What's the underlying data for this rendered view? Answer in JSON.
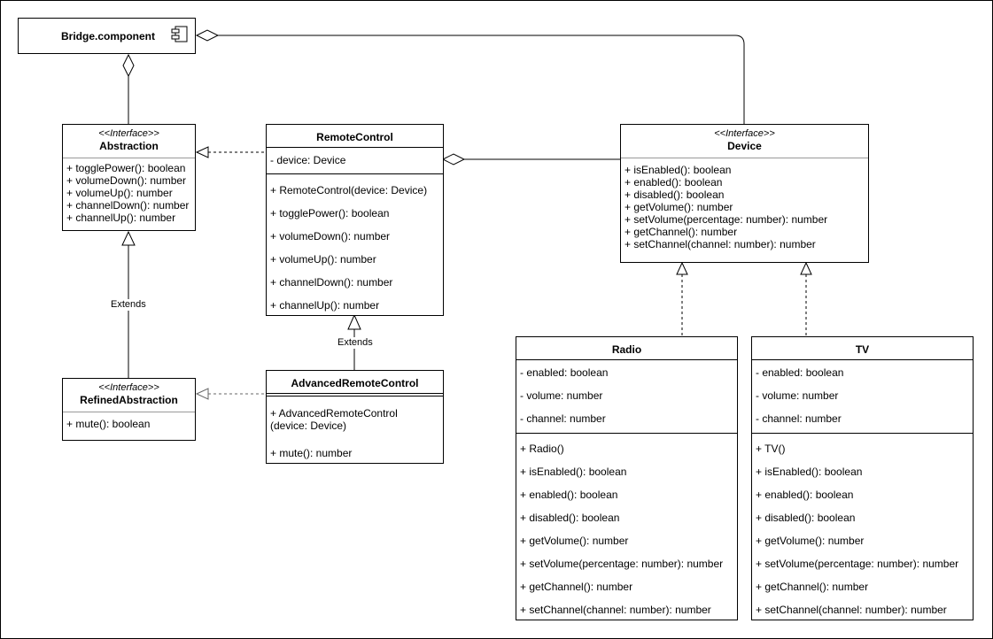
{
  "component": {
    "name": "Bridge.component",
    "icon": "component-icon"
  },
  "abstraction": {
    "stereotype": "<<Interface>>",
    "name": "Abstraction",
    "methods": [
      "+ togglePower(): boolean",
      "+ volumeDown(): number",
      "+ volumeUp(): number",
      "+ channelDown(): number",
      "+ channelUp(): number"
    ]
  },
  "refined": {
    "stereotype": "<<Interface>>",
    "name": "RefinedAbstraction",
    "methods": [
      "+ mute(): boolean"
    ]
  },
  "remote": {
    "name": "RemoteControl",
    "attrs": [
      "- device: Device"
    ],
    "methods": [
      "+ RemoteControl(device: Device)",
      "+ togglePower(): boolean",
      "+ volumeDown(): number",
      "+ volumeUp(): number",
      "+ channelDown(): number",
      "+ channelUp(): number"
    ]
  },
  "advanced": {
    "name": "AdvancedRemoteControl",
    "methods": [
      "+ AdvancedRemoteControl",
      "(device: Device)",
      "+ mute(): number"
    ]
  },
  "device": {
    "stereotype": "<<Interface>>",
    "name": "Device",
    "methods": [
      "+ isEnabled(): boolean",
      "+ enabled(): boolean",
      "+ disabled(): boolean",
      "+ getVolume(): number",
      "+ setVolume(percentage: number): number",
      "+ getChannel(): number",
      "+ setChannel(channel: number): number"
    ]
  },
  "radio": {
    "name": "Radio",
    "attrs": [
      "- enabled: boolean",
      "- volume: number",
      "- channel: number"
    ],
    "methods": [
      "+ Radio()",
      "+ isEnabled(): boolean",
      "+ enabled(): boolean",
      "+ disabled(): boolean",
      "+ getVolume(): number",
      "+ setVolume(percentage: number): number",
      "+ getChannel(): number",
      "+ setChannel(channel: number): number"
    ]
  },
  "tv": {
    "name": "TV",
    "attrs": [
      "- enabled: boolean",
      "- volume: number",
      "- channel: number"
    ],
    "methods": [
      "+ TV()",
      "+ isEnabled(): boolean",
      "+ enabled(): boolean",
      "+ disabled(): boolean",
      "+ getVolume(): number",
      "+ setVolume(percentage: number): number",
      "+ getChannel(): number",
      "+ setChannel(channel: number): number"
    ]
  },
  "labels": {
    "extends_left": "Extends",
    "extends_mid": "Extends"
  }
}
